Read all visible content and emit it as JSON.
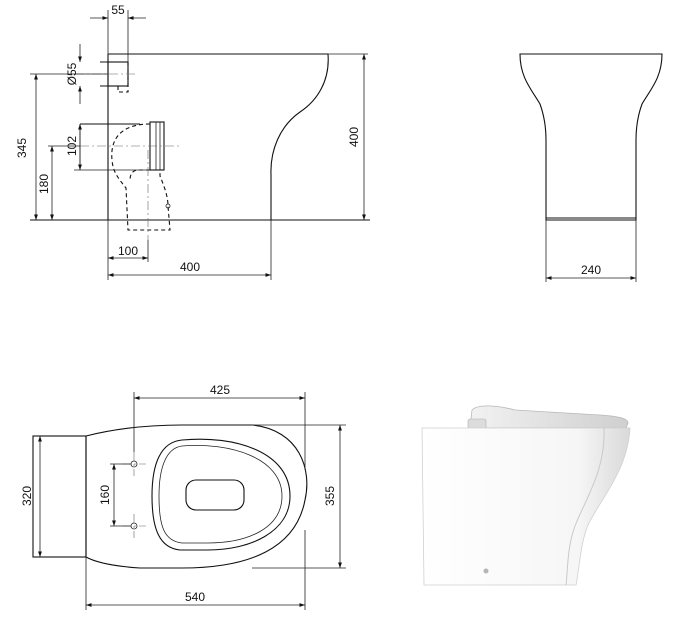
{
  "side_view": {
    "dims": {
      "top_width": "55",
      "pipe_diameter": "Ø55",
      "outlet_height": "102",
      "total_height_left": "345",
      "outlet_center": "180",
      "outlet_offset": "100",
      "depth": "400",
      "height_right": "400"
    }
  },
  "front_view": {
    "dims": {
      "width": "240"
    }
  },
  "top_view": {
    "dims": {
      "top_width": "425",
      "left_width": "320",
      "fixing_spacing": "160",
      "right_width": "355",
      "total_length": "540"
    }
  },
  "photo": {
    "description": ""
  },
  "colors": {
    "line": "#111111",
    "background": "#ffffff"
  }
}
